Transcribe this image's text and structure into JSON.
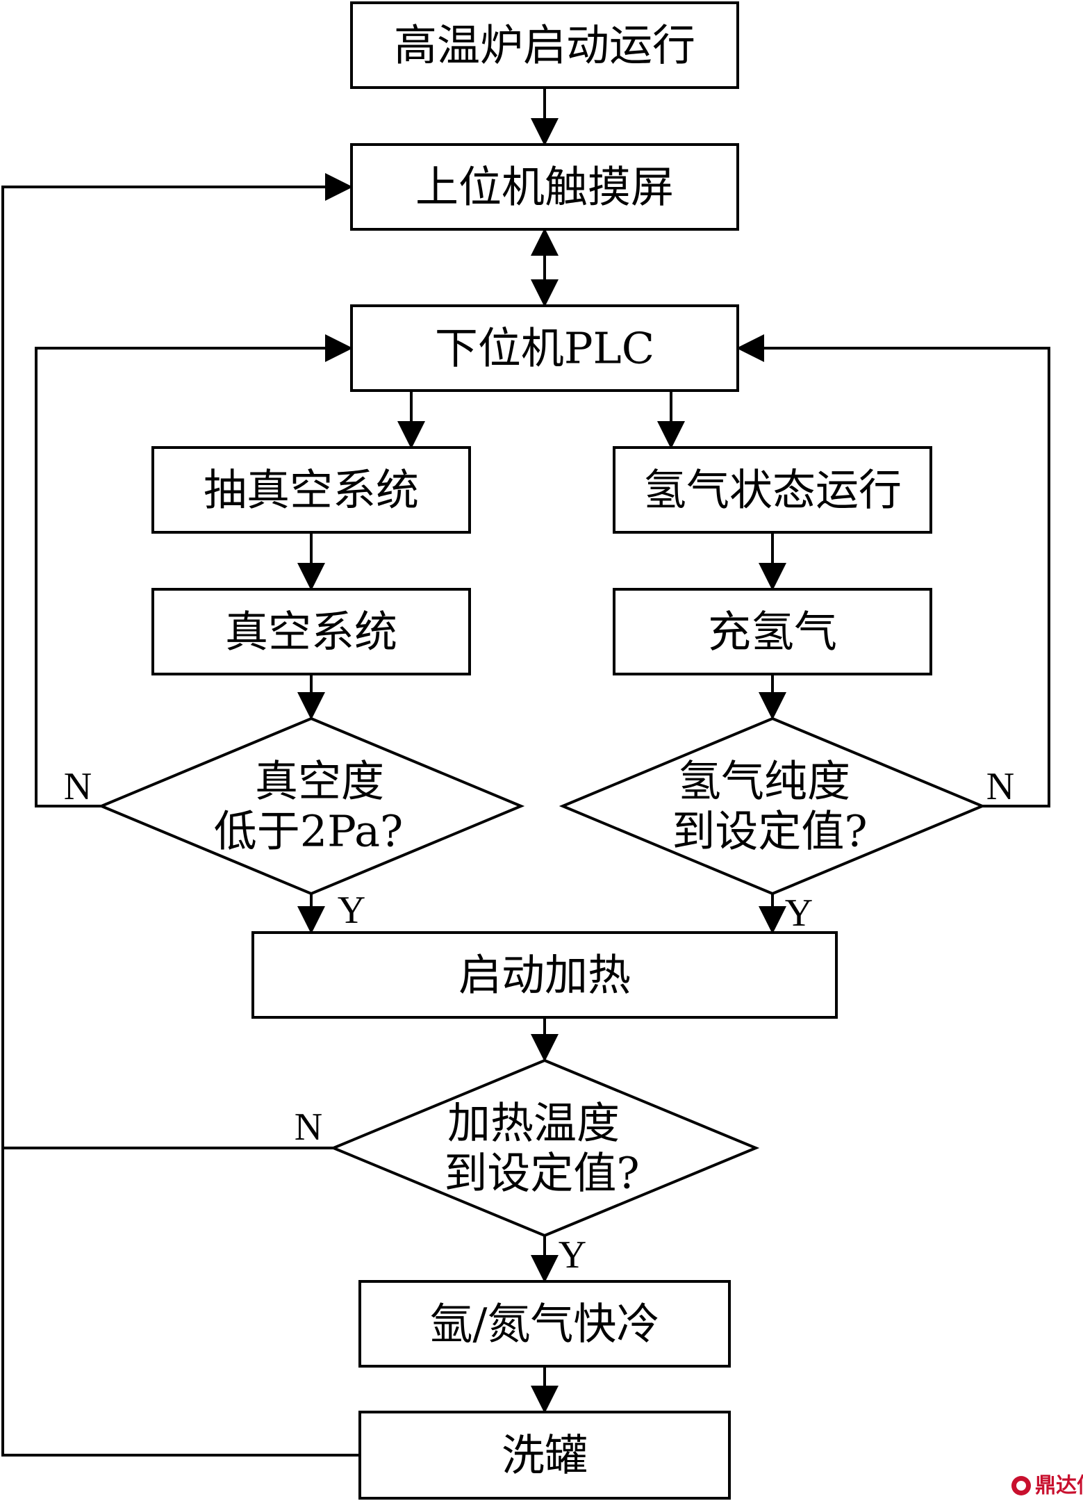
{
  "nodes": {
    "start": "高温炉启动运行",
    "hmi": "上位机触摸屏",
    "plc": "下位机PLC",
    "vacuum_pump": "抽真空系统",
    "vacuum_system": "真空系统",
    "vacuum_check_line1": "真空度",
    "vacuum_check_line2": "低于2Pa?",
    "hydrogen_mode": "氢气状态运行",
    "fill_hydrogen": "充氢气",
    "hydrogen_check_line1": "氢气纯度",
    "hydrogen_check_line2": "到设定值?",
    "start_heating": "启动加热",
    "temp_check_line1": "加热温度",
    "temp_check_line2": "到设定值?",
    "rapid_cooling": "氩/氮气快冷",
    "wash_tank": "洗罐"
  },
  "labels": {
    "yes": "Y",
    "no": "N"
  },
  "watermark": {
    "text": "鼎达信",
    "color": "#c8102e"
  }
}
